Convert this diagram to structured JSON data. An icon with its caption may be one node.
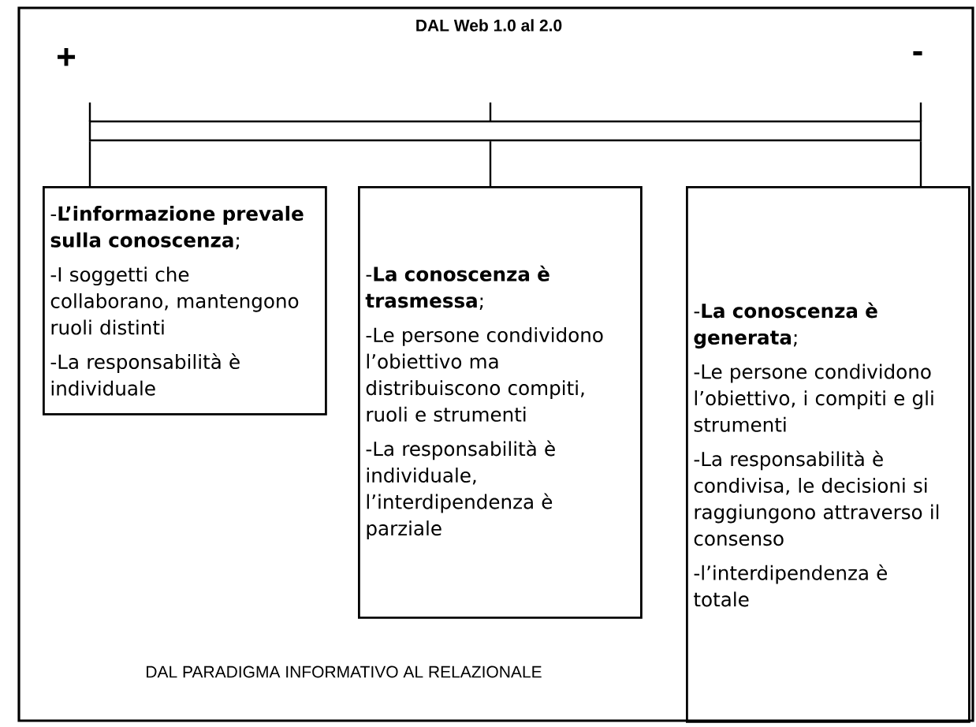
{
  "diagram": {
    "title": "DAL Web 1.0 al 2.0",
    "nodes": [
      {
        "text": [],
        "shape": "bar"
      },
      {
        "text": [
          "-**L’informazione prevale sulla conoscenza**;",
          "-I soggetti che collaborano, mantengono ruoli distinti",
          "-La responsabilità è individuale"
        ]
      },
      {
        "text": [
          "-**La conoscenza è trasmessa**;",
          "-Le persone condividono l’obiettivo ma distribuiscono compiti, ruoli e strumenti",
          "-La responsabilità è individuale, l’interdipendenza è parziale"
        ]
      },
      {
        "text": [
          "-**La conoscenza è generata**;",
          "-Le persone condividono l’obiettivo, i compiti e gli strumenti",
          "-La responsabilità è condivisa, le decisioni si raggiungono attraverso il consenso",
          "-l’interdipendenza è totale"
        ]
      }
    ],
    "edges": [
      {
        "from": 0,
        "to": 1,
        "arrow": "none"
      },
      {
        "from": 0,
        "to": 2,
        "arrow": "none"
      },
      {
        "from": 0,
        "to": 3,
        "arrow": "none"
      }
    ],
    "labels": [
      "+",
      "-",
      "DAL PARADIGMA INFORMATIVO AL RELAZIONALE"
    ]
  }
}
